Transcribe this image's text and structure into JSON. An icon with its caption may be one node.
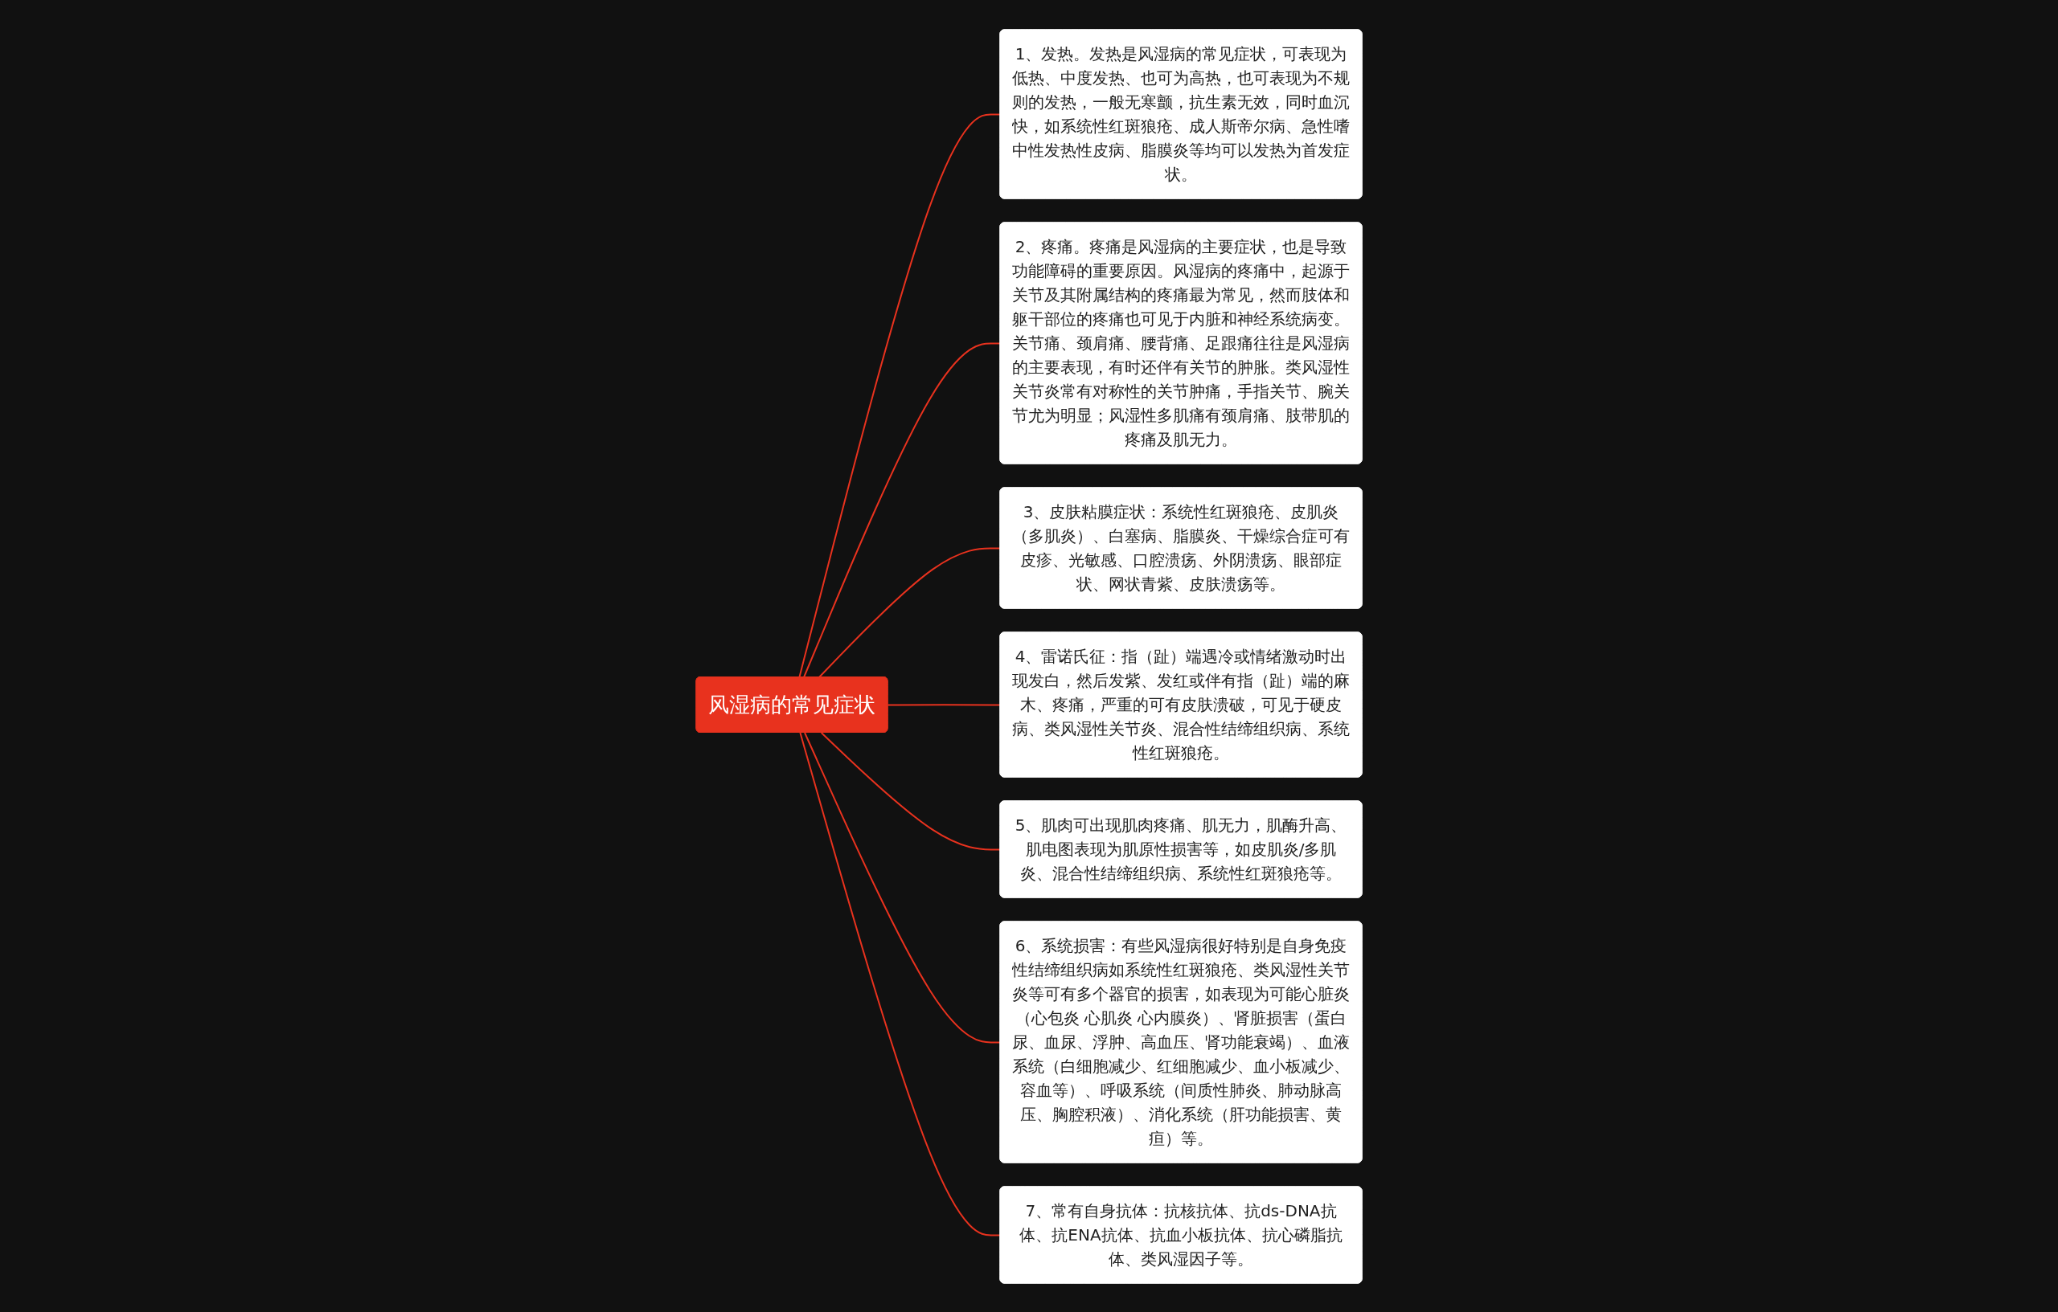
{
  "diagram": {
    "nodes": [
      {
        "text": [
          "风湿病的常见症状"
        ]
      },
      {
        "text": [
          "1、发热。发热是风湿病的常见症状，可表现为低热、中度发热、也可为高热，也可表现为不规则的发热，一般无寒颤，抗生素无效，同时血沉快，如系统性红斑狼疮、成人斯帝尔病、急性嗜中性发热性皮病、脂膜炎等均可以发热为首发症状。"
        ]
      },
      {
        "text": [
          "2、疼痛。疼痛是风湿病的主要症状，也是导致功能障碍的重要原因。风湿病的疼痛中，起源于关节及其附属结构的疼痛最为常见，然而肢体和躯干部位的疼痛也可见于内脏和神经系统病变。关节痛、颈肩痛、腰背痛、足跟痛往往是风湿病的主要表现，有时还伴有关节的肿胀。类风湿性关节炎常有对称性的关节肿痛，手指关节、腕关节尤为明显；风湿性多肌痛有颈肩痛、肢带肌的疼痛及肌无力。"
        ]
      },
      {
        "text": [
          "3、皮肤粘膜症状：系统性红斑狼疮、皮肌炎（多肌炎）、白塞病、脂膜炎、干燥综合症可有皮疹、光敏感、口腔溃疡、外阴溃疡、眼部症状、网状青紫、皮肤溃疡等。"
        ]
      },
      {
        "text": [
          "4、雷诺氏征：指（趾）端遇冷或情绪激动时出现发白，然后发紫、发红或伴有指（趾）端的麻木、疼痛，严重的可有皮肤溃破，可见于硬皮病、类风湿性关节炎、混合性结缔组织病、系统性红斑狼疮。"
        ]
      },
      {
        "text": [
          "5、肌肉可出现肌肉疼痛、肌无力，肌酶升高、肌电图表现为肌原性损害等，如皮肌炎/多肌炎、混合性结缔组织病、系统性红斑狼疮等。"
        ]
      },
      {
        "text": [
          "6、系统损害：有些风湿病很好特别是自身免疫性结缔组织病如系统性红斑狼疮、类风湿性关节炎等可有多个器官的损害，如表现为可能心脏炎（心包炎 心肌炎 心内膜炎）、肾脏损害（蛋白尿、血尿、浮肿、高血压、肾功能衰竭）、血液系统（白细胞减少、红细胞减少、血小板减少、容血等）、呼吸系统（间质性肺炎、肺动脉高压、胸腔积液）、消化系统（肝功能损害、黄疸）等。"
        ]
      },
      {
        "text": [
          "7、常有自身抗体：抗核抗体、抗ds-DNA抗体、抗ENA抗体、抗血小板抗体、抗心磷脂抗体、类风湿因子等。"
        ]
      }
    ],
    "edges": [
      {
        "from": 0,
        "to": 1,
        "arrow": "none"
      },
      {
        "from": 0,
        "to": 2,
        "arrow": "none"
      },
      {
        "from": 0,
        "to": 3,
        "arrow": "none"
      },
      {
        "from": 0,
        "to": 4,
        "arrow": "none"
      },
      {
        "from": 0,
        "to": 5,
        "arrow": "none"
      },
      {
        "from": 0,
        "to": 6,
        "arrow": "none"
      },
      {
        "from": 0,
        "to": 7,
        "arrow": "none"
      }
    ]
  }
}
